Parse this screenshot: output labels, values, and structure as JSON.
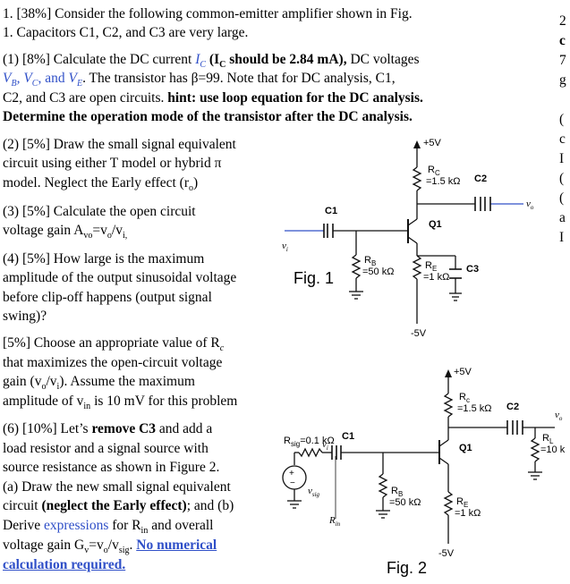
{
  "q1": {
    "line1": "1. [38%] Consider the following common-emitter amplifier shown in Fig.",
    "line2": "1. Capacitors C1, C2, and C3 are very large."
  },
  "p1": {
    "a": "(1) [8%] Calculate the DC current",
    "ic": "I",
    "ic_sub": "C",
    "bold_note": "(I",
    "bold_note_sub": "C",
    "bold_note2": " should be 2.84 mA),",
    "after": " DC voltages",
    "vb": "V",
    "vb_sub": "B",
    "comma1": ", ",
    "vc": "V",
    "vc_sub": "C",
    "and_ve": ", and ",
    "ve": "V",
    "ve_sub": "E",
    "rest2": ". The transistor has β=99. Note that for DC analysis, C1,",
    "line3a": "C2, and C3 are open circuits. ",
    "line3b": "hint: use loop equation for the DC analysis.",
    "line4": "Determine the operation mode of the transistor after the DC analysis."
  },
  "p2": {
    "l1": "(2) [5%] Draw the small signal equivalent",
    "l2": "circuit using either T model or hybrid π",
    "l3": "model. Neglect the Early effect (r",
    "l3_sub": "o",
    "l3_end": ")"
  },
  "p3": {
    "l1": "(3) [5%] Calculate the open circuit",
    "l2": "voltage gain A",
    "l2_sub": "vo",
    "l2_end": "=v",
    "l2_o": "o",
    "l2_slash": "/v",
    "l2_i": "i,"
  },
  "p4": {
    "l1": "(4) [5%] How large is the maximum",
    "l2": "amplitude of the output sinusoidal voltage",
    "l3": "before clip-off happens (output signal",
    "l4": "swing)?"
  },
  "p5": {
    "l1": "[5%] Choose an appropriate value of R",
    "l1_sub": "c",
    "l2": "that maximizes the open-circuit voltage",
    "l3a": "gain (v",
    "l3_o": "o",
    "l3b": "/v",
    "l3_i": "i",
    "l3c": "). Assume the maximum",
    "l4a": "amplitude of v",
    "l4_sub": "in",
    "l4b": " is 10 mV for this problem"
  },
  "p6": {
    "l1a": "(6) [10%] Let’s ",
    "l1b": "remove C3",
    "l1c": " and add a",
    "l2": "load resistor and a signal source with",
    "l3": "source resistance as shown in Figure 2.",
    "l4": "(a) Draw the new small signal equivalent",
    "l5a": "circuit ",
    "l5b": "(neglect the Early effect)",
    "l5c": "; and (b)",
    "l6a": "Derive ",
    "l6b": "expressions",
    "l6c": " for R",
    "l6_sub": "in",
    "l6d": " and overall",
    "l7a": "voltage gain G",
    "l7_sub": "v",
    "l7b": "=v",
    "l7_o": "o",
    "l7c": "/v",
    "l7_sig": "sig",
    "l7d": ". ",
    "l7e": "No numerical",
    "l8": "calculation required."
  },
  "right_margin": [
    "2",
    "c",
    "7",
    "g",
    "(",
    "c",
    "I",
    "(",
    "(",
    "a",
    "I"
  ],
  "fig1": {
    "caption": "Fig. 1",
    "vcc": "+5V",
    "rc": "R",
    "rc_sub": "C",
    "rc_val": "=1.5 kΩ",
    "c2": "C2",
    "c1": "C1",
    "q1": "Q1",
    "vo": "v",
    "vo_sub": "o",
    "vi": "v",
    "vi_sub": "i",
    "rb": "R",
    "rb_sub": "B",
    "rb_val": "=50 kΩ",
    "re": "R",
    "re_sub": "E",
    "re_val": "=1 kΩ",
    "c3": "C3",
    "vee": "-5V"
  },
  "fig2": {
    "caption": "Fig. 2",
    "vcc": "+5V",
    "rc": "R",
    "rc_sub": "c",
    "rc_val": "=1.5 kΩ",
    "c2": "C2",
    "vo": "v",
    "vo_sub": "o",
    "rl": "R",
    "rl_sub": "L",
    "rl_val": "=10 k",
    "rsig": "R",
    "rsig_sub": "sig",
    "rsig_val": "=0.1 kΩ",
    "vi": "v",
    "vi_sub": "i",
    "c1": "C1",
    "q1": "Q1",
    "vsig": "v",
    "vsig_sub": "sig",
    "rin": "R",
    "rin_sub": "in",
    "rb": "R",
    "rb_sub": "B",
    "rb_val": "=50 kΩ",
    "re": "R",
    "re_sub": "E",
    "re_val": "=1 kΩ",
    "vee": "-5V"
  }
}
